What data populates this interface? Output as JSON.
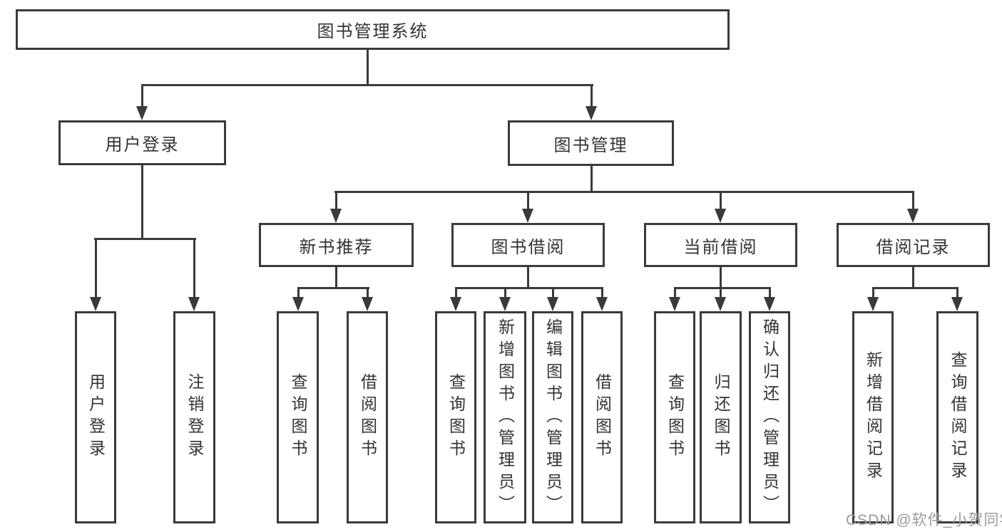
{
  "root_label": "图书管理系统",
  "branches": [
    "用户登录",
    "图书管理"
  ],
  "modules": [
    "新书推荐",
    "图书借阅",
    "当前借阅",
    "借阅记录"
  ],
  "leaves": [
    "用户登录",
    "注销登录",
    "查询图书",
    "借阅图书",
    "查询图书",
    "新增图书（管理员）",
    "编辑图书（管理员）",
    "借阅图书",
    "查询图书",
    "归还图书",
    "确认归还（管理员）",
    "新增借阅记录",
    "查询借阅记录"
  ],
  "watermark": "CSDN @软件_小贺同学",
  "colors": {
    "line": "#3a3a3a",
    "text": "#333333",
    "watermark": "#9a9a9a",
    "background": "#ffffff"
  }
}
